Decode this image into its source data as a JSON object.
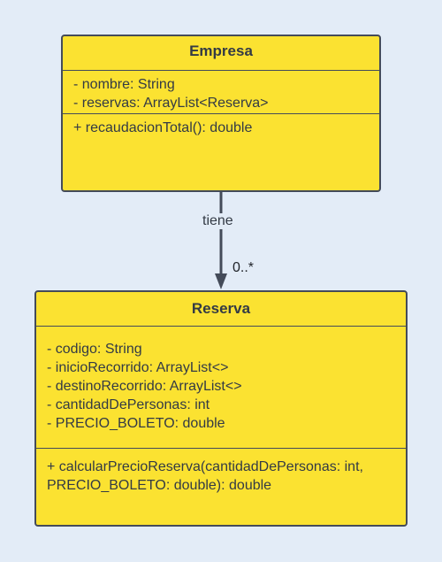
{
  "diagram": {
    "classes": [
      {
        "name": "Empresa",
        "attributes": [
          "- nombre: String",
          "- reservas: ArrayList<Reserva>"
        ],
        "methods": [
          "+ recaudacionTotal(): double"
        ]
      },
      {
        "name": "Reserva",
        "attributes": [
          "- codigo: String",
          "- inicioRecorrido: ArrayList<>",
          "- destinoRecorrido: ArrayList<>",
          "- cantidadDePersonas: int",
          "- PRECIO_BOLETO: double"
        ],
        "methods": [
          "+ calcularPrecioReserva(cantidadDePersonas: int, PRECIO_BOLETO: double): double"
        ]
      }
    ],
    "association": {
      "label": "tiene",
      "multiplicity": "0..*"
    },
    "colors": {
      "background": "#e3ecf7",
      "class_fill": "#fbe231",
      "border": "#444b59",
      "text": "#333a45"
    }
  }
}
